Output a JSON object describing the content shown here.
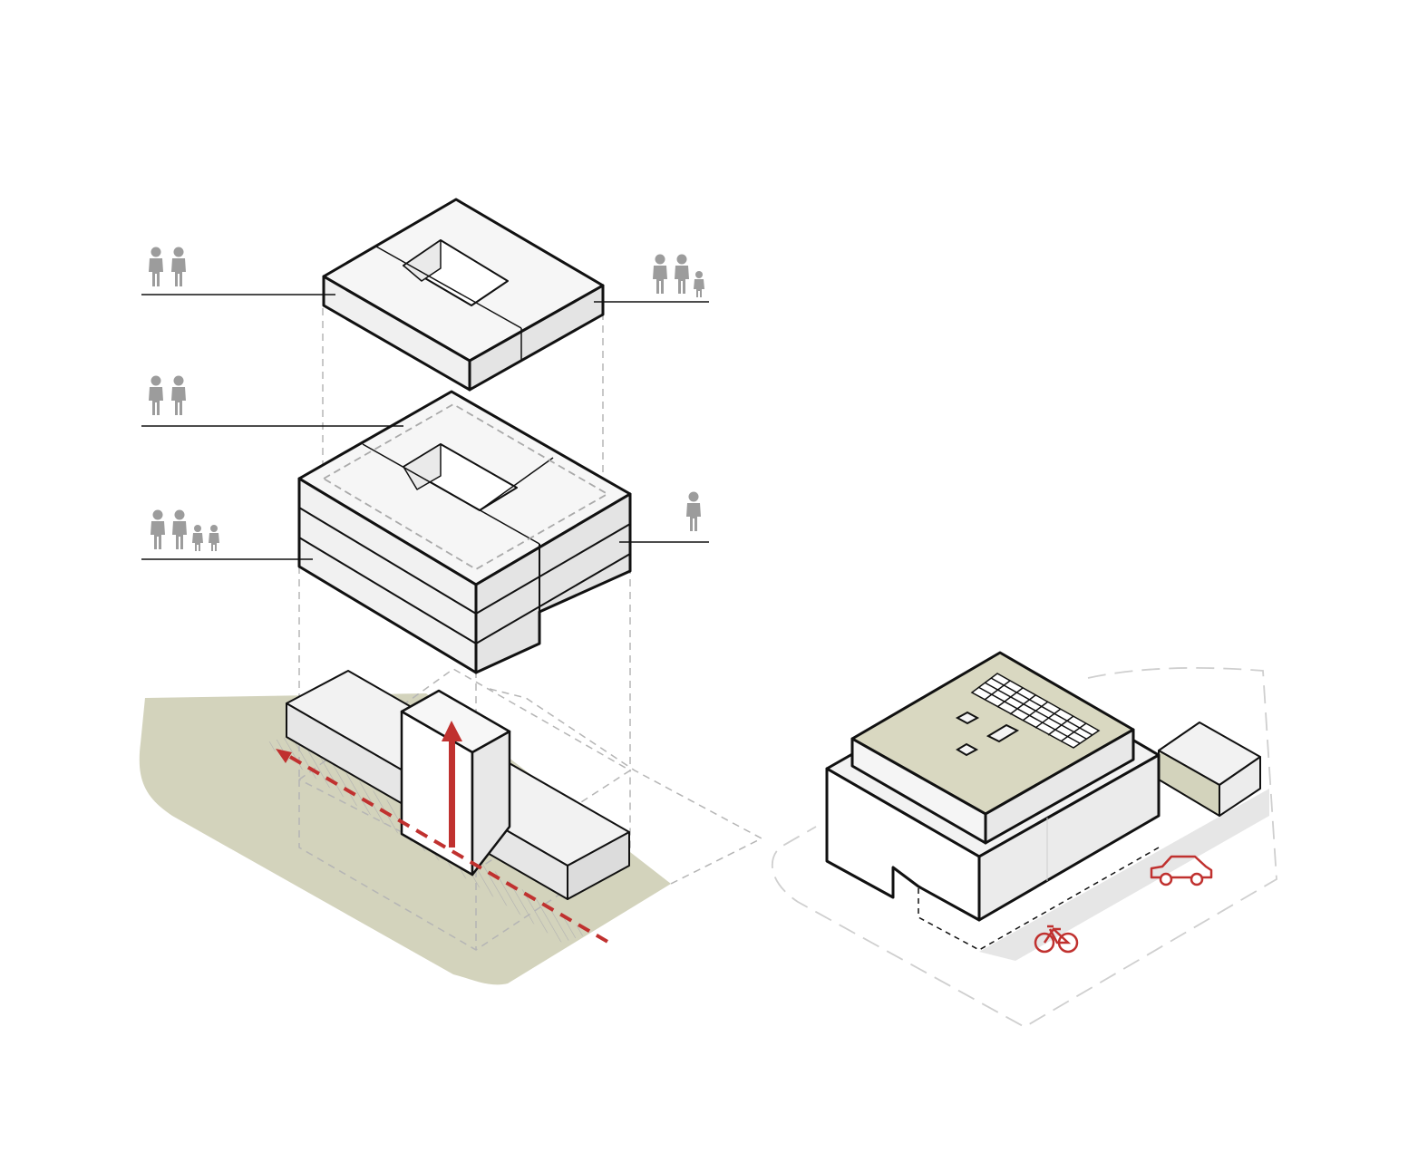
{
  "diagram": {
    "description_free": true,
    "colors": {
      "ground": "#d3d3bc",
      "roof": "#d9d8c1",
      "face_light": "#f5f5f5",
      "face_mid": "#ececec",
      "face_dark": "#e0e0e0",
      "outline": "#111111",
      "dashed": "#b5b5b5",
      "accent": "#c0312f",
      "people": "#9c9c9c",
      "shadow": "#e4e4e4"
    },
    "labels": [
      {
        "icon": "couple-icon",
        "people": 2
      },
      {
        "icon": "family-icon",
        "people": 3
      },
      {
        "icon": "couple-icon",
        "people": 2
      },
      {
        "icon": "family-icon",
        "people": 4
      },
      {
        "icon": "single-person-icon",
        "people": 1
      }
    ],
    "transport_icons": [
      "bicycle-icon",
      "car-icon"
    ],
    "arrows": [
      "circulation-arrow-up",
      "pedestrian-route-arrow"
    ]
  }
}
